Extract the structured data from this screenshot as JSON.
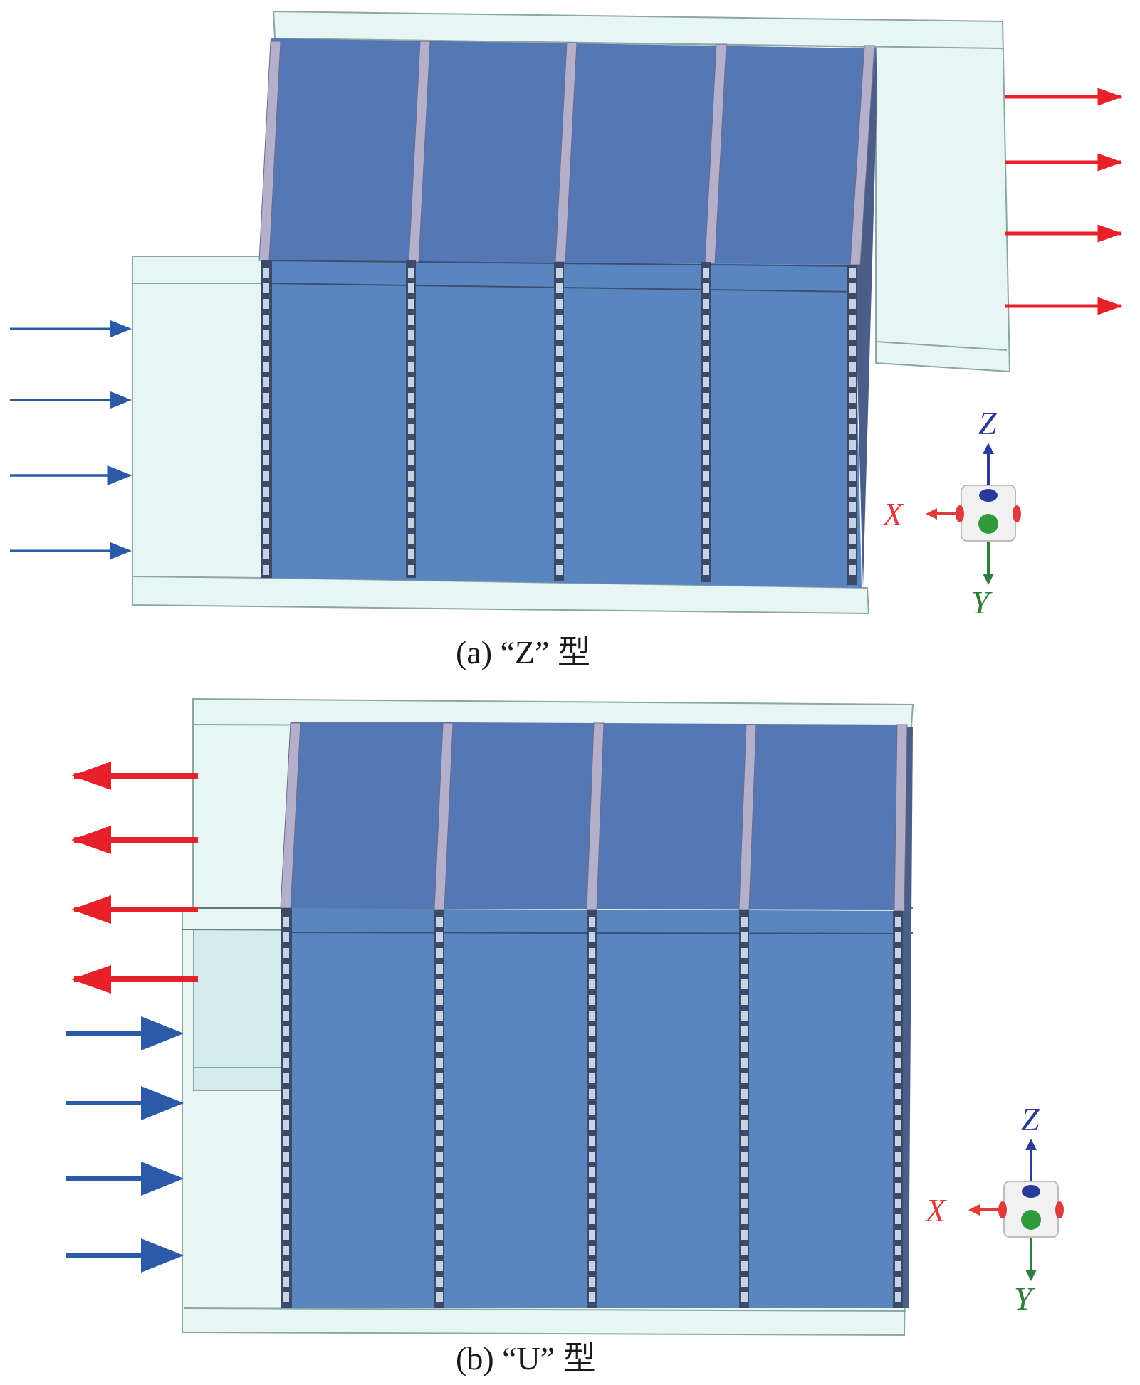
{
  "panels": [
    {
      "id": "z-type",
      "caption": "(a)  “Z”  型",
      "axes": {
        "z": "Z",
        "x": "X",
        "y": "Y"
      }
    },
    {
      "id": "u-type",
      "caption": "(b)  “U”  型",
      "axes": {
        "z": "Z",
        "x": "X",
        "y": "Y"
      }
    }
  ],
  "colors": {
    "inlet_arrow": "#2a5aa8",
    "outlet_arrow": "#e8202a",
    "panel_top": "#5578b4",
    "panel_bottom": "#5a86bf",
    "duct": "#e7f5f4",
    "divider": "#b4b0cc",
    "axis_z": "#2b3a9a",
    "axis_x": "#e03a3a",
    "axis_y": "#2e7d3a"
  }
}
